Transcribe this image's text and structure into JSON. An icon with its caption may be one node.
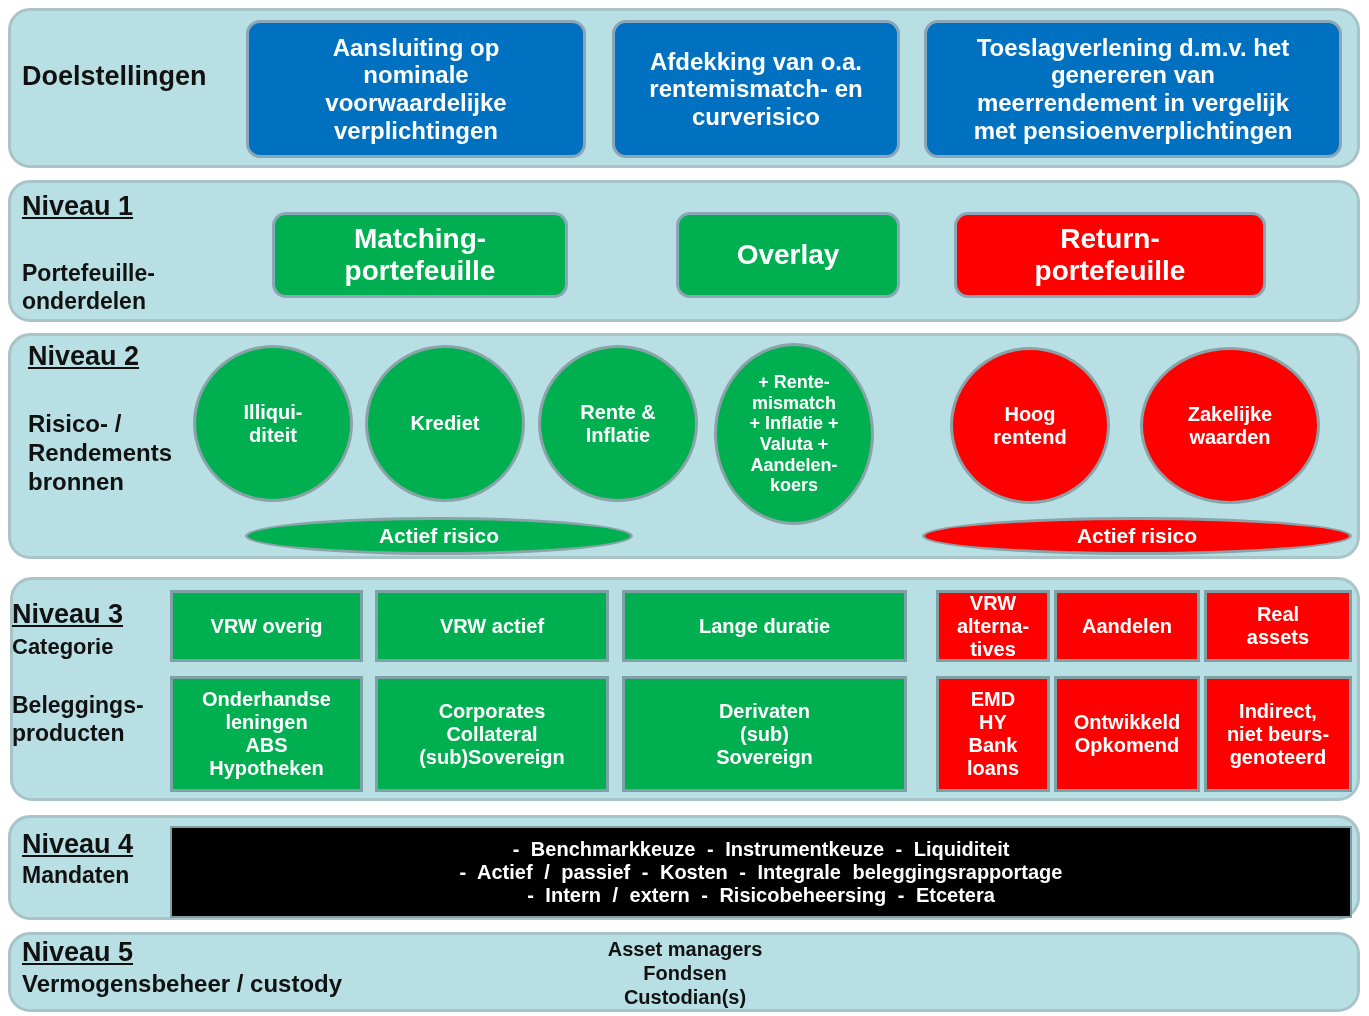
{
  "diagram": {
    "nodes": [
      {
        "text": [
          "Doelstellingen"
        ]
      },
      {
        "text": [
          "Aansluiting op nominale voorwaardelijke verplichtingen"
        ],
        "in": 0
      },
      {
        "text": [
          "Afdekking van o.a. rentemismatch- en curverisico"
        ],
        "in": 0
      },
      {
        "text": [
          "Toeslagverlening d.m.v. het genereren van meerrendement in vergelijk met pensioenverplichtingen"
        ],
        "in": 0
      },
      {
        "text": [
          "Niveau 1",
          "Portefeuille- onderdelen"
        ]
      },
      {
        "text": [
          "Matching- portefeuille"
        ],
        "in": 4
      },
      {
        "text": [
          "Overlay"
        ],
        "in": 4
      },
      {
        "text": [
          "Return- portefeuille"
        ],
        "in": 4
      },
      {
        "text": [
          "Niveau 2",
          "Risico- / Rendements bronnen"
        ]
      },
      {
        "text": [
          "Illiqui- diteit"
        ],
        "in": 8
      },
      {
        "text": [
          "Krediet"
        ],
        "in": 8
      },
      {
        "text": [
          "Rente & Inflatie"
        ],
        "in": 8
      },
      {
        "text": [
          "+ Rente- mismatch + Inflatie + Valuta + Aandelen- koers"
        ],
        "in": 8
      },
      {
        "text": [
          "Hoog rentend"
        ],
        "in": 8
      },
      {
        "text": [
          "Zakelijke waarden"
        ],
        "in": 8
      },
      {
        "text": [
          "Actief risico"
        ],
        "in": 8
      },
      {
        "text": [
          "Actief risico"
        ],
        "in": 8
      },
      {
        "text": [
          "Niveau 3",
          "Categorie",
          "Beleggings- producten"
        ]
      },
      {
        "text": [
          "VRW overig"
        ],
        "in": 17
      },
      {
        "text": [
          "VRW actief"
        ],
        "in": 17
      },
      {
        "text": [
          "Lange duratie"
        ],
        "in": 17
      },
      {
        "text": [
          "VRW alterna- tives"
        ],
        "in": 17
      },
      {
        "text": [
          "Aandelen"
        ],
        "in": 17
      },
      {
        "text": [
          "Real assets"
        ],
        "in": 17
      },
      {
        "text": [
          "Onderhandse leningen ABS Hypotheken"
        ],
        "in": 17
      },
      {
        "text": [
          "Corporates Collateral (sub)Sovereign"
        ],
        "in": 17
      },
      {
        "text": [
          "Derivaten (sub) Sovereign"
        ],
        "in": 17
      },
      {
        "text": [
          "EMD HY Bank loans"
        ],
        "in": 17
      },
      {
        "text": [
          "Ontwikkeld Opkomend"
        ],
        "in": 17
      },
      {
        "text": [
          "Indirect, niet beurs- genoteerd"
        ],
        "in": 17
      },
      {
        "text": [
          "Niveau 4",
          "Mandaten"
        ]
      },
      {
        "text": [
          "- Benchmarkkeuze - Instrumentkeuze - Liquiditeit",
          "- Actief / passief - Kosten - Integrale beleggingsrapportage",
          "- Intern / extern - Risicobeheersing - Etcetera"
        ],
        "in": 30
      },
      {
        "text": [
          "Niveau 5",
          "Vermogensbeheer / custody",
          "Asset managers Fondsen Custodian(s)"
        ]
      }
    ],
    "edges": []
  }
}
